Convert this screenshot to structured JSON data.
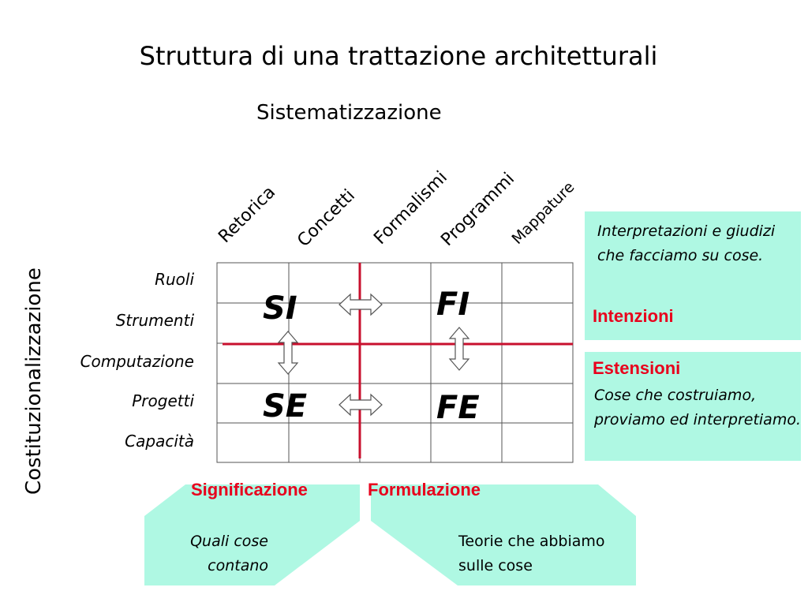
{
  "title": "Struttura di una trattazione architetturali",
  "subtitle": "Sistematizzazione",
  "vertical_label": "Costituzionalizzazione",
  "columns": [
    "Retorica",
    "Concetti",
    "Formalismi",
    "Programmi",
    "Mappature"
  ],
  "rows": [
    "Ruoli",
    "Strumenti",
    "Computazione",
    "Progetti",
    "Capacità"
  ],
  "quadrants": {
    "si": "SI",
    "fi": "FI",
    "se": "SE",
    "fe": "FE"
  },
  "right_top": {
    "text": "Interpretazioni e giudizi che facciamo su cose.",
    "label": "Intenzioni"
  },
  "right_bottom": {
    "label": "Estensioni",
    "text": "Cose che costruiamo, proviamo ed interpretiamo."
  },
  "bottom_left": {
    "label": "Significazione",
    "text_line1": "Quali cose",
    "text_line2": "contano"
  },
  "bottom_right": {
    "label": "Formulazione",
    "text_line1": "Teorie che abbiamo",
    "text_line2": "sulle cose"
  },
  "colors": {
    "box": "#aff8e3",
    "accent_red": "#e8001c",
    "divider": "#c8102e"
  }
}
